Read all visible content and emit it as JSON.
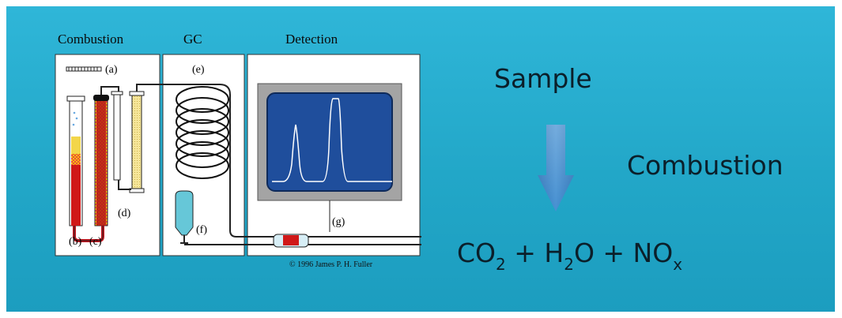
{
  "diagram": {
    "section_labels": {
      "combustion": "Combustion",
      "gc": "GC",
      "detection": "Detection"
    },
    "part_labels": {
      "a": "(a)",
      "b": "(b)",
      "c": "(c)",
      "d": "(d)",
      "e": "(e)",
      "f": "(f)",
      "g": "(g)"
    },
    "copyright": "© 1996 James P. H. Fuller"
  },
  "process": {
    "sample_label": "Sample",
    "combustion_label": "Combustion",
    "formula": {
      "co": "CO",
      "co_sub": "2",
      "plus1": " + H",
      "h_sub": "2",
      "o_no": "O + NO",
      "nox_sub": "x"
    }
  },
  "colors": {
    "background": "#22a7c8",
    "arrow": "#3a7fc1",
    "screen": "#1f4e9c",
    "red_tube": "#c8141e",
    "yellow_fill": "#f2d34a"
  }
}
